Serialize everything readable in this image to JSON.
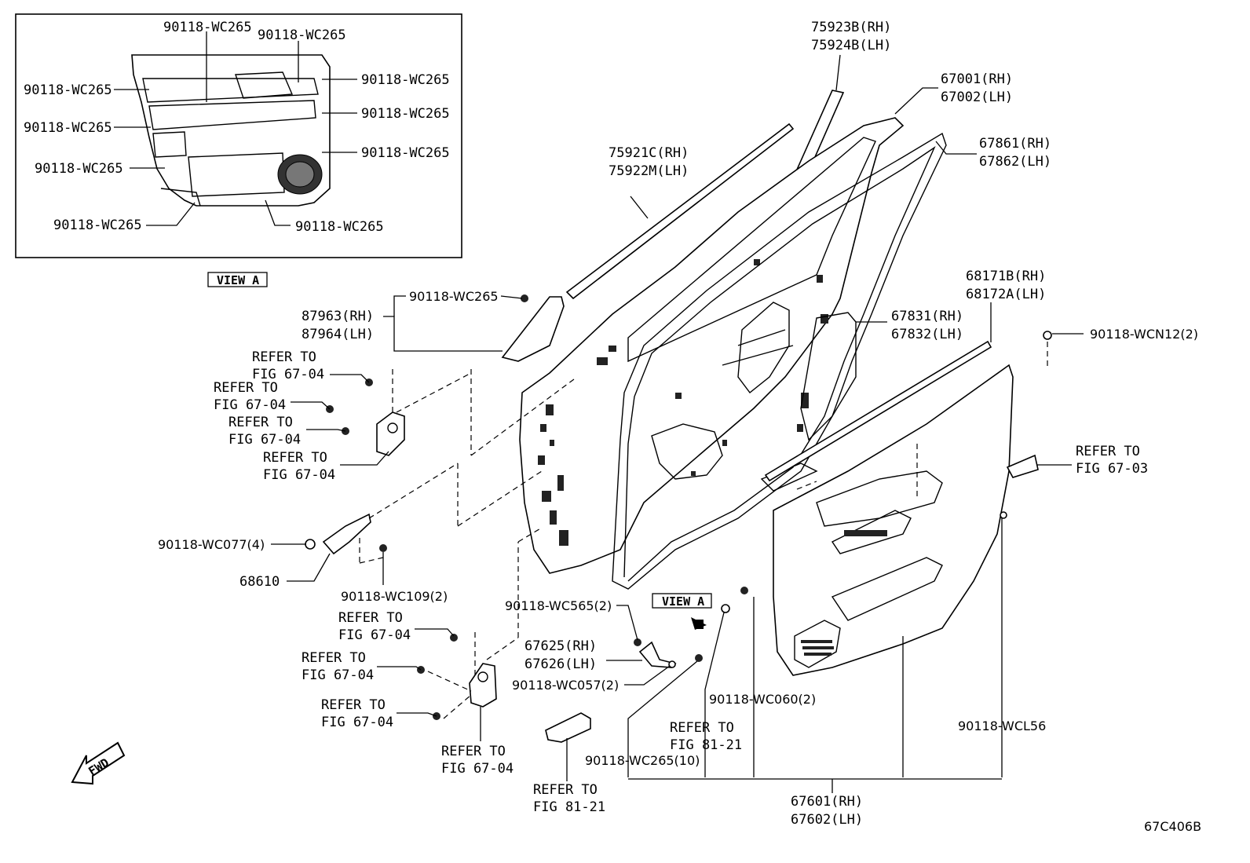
{
  "inset": {
    "view_label": "VIEW A",
    "labels": [
      "90118-WC265",
      "90118-WC265",
      "90118-WC265",
      "90118-WC265",
      "90118-WC265",
      "90118-WC265",
      "90118-WC265",
      "90118-WC265",
      "90118-WC265",
      "90118-WC265"
    ]
  },
  "callouts": {
    "p75923": [
      "75923B(RH)",
      "75924B(LH)"
    ],
    "p67001": [
      "67001(RH)",
      "67002(LH)"
    ],
    "p67861": [
      "67861(RH)",
      "67862(LH)"
    ],
    "p75921": [
      "75921C(RH)",
      "75922M(LH)"
    ],
    "p68171": [
      "68171B(RH)",
      "68172A(LH)"
    ],
    "p67831": [
      "67831(RH)",
      "67832(LH)"
    ],
    "p87963": [
      "87963(RH)",
      "87964(LH)"
    ],
    "wc265_top": "90118-WC265",
    "wcn12": "90118-WCN12(2)",
    "refer_67_03": [
      "REFER TO",
      "FIG 67-03"
    ],
    "refer_67_04": [
      "REFER TO",
      "FIG 67-04"
    ],
    "wc077": "90118-WC077(4)",
    "p68610": "68610",
    "wc109": "90118-WC109(2)",
    "wc565": "90118-WC565(2)",
    "view_a": "VIEW A",
    "p67625": [
      "67625(RH)",
      "67626(LH)"
    ],
    "wc057": "90118-WC057(2)",
    "wc060": "90118-WC060(2)",
    "refer_81_21": [
      "REFER TO",
      "FIG 81-21"
    ],
    "wc265_10": "90118-WC265(10)",
    "wcl56": "90118-WCL56",
    "p67601": [
      "67601(RH)",
      "67602(LH)"
    ],
    "fwd": "FWD",
    "drawing_code": "67C406B"
  }
}
